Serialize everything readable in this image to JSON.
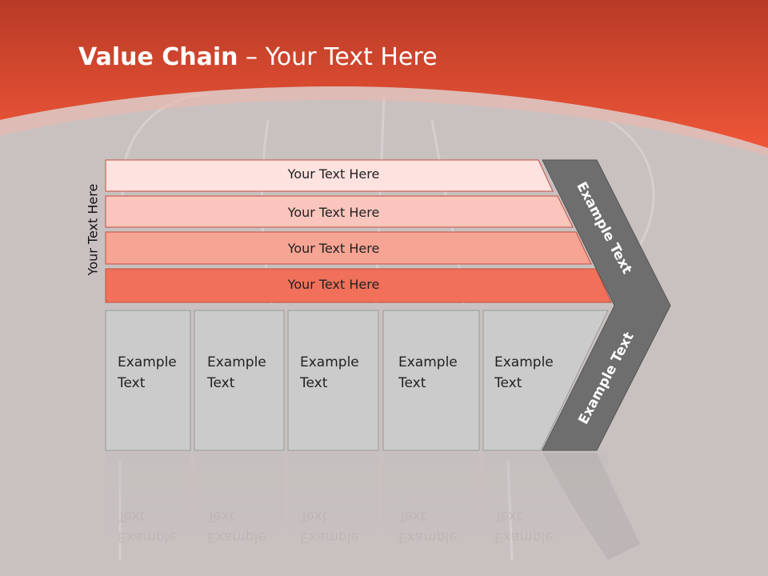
{
  "title": {
    "bold": "Value Chain",
    "rest": " – Your Text Here"
  },
  "side_label": "Your Text Here",
  "bands": [
    {
      "label": "Your Text Here",
      "color": "#fde2df"
    },
    {
      "label": "Your Text Here",
      "color": "#f9c5bd"
    },
    {
      "label": "Your Text Here",
      "color": "#f6a493"
    },
    {
      "label": "Your Text Here",
      "color": "#f0705a"
    }
  ],
  "boxes": [
    {
      "line1": "Example",
      "line2": "Text"
    },
    {
      "line1": "Example",
      "line2": "Text"
    },
    {
      "line1": "Example",
      "line2": "Text"
    },
    {
      "line1": "Example",
      "line2": "Text"
    },
    {
      "line1": "Example",
      "line2": "Text"
    }
  ],
  "chevron": {
    "upper": "Example Text",
    "lower": "Example Text",
    "color": "#6e6e6e"
  },
  "colors": {
    "header": "#e94e34",
    "background": "#c9c1c0",
    "box": "#cbcbcb"
  }
}
